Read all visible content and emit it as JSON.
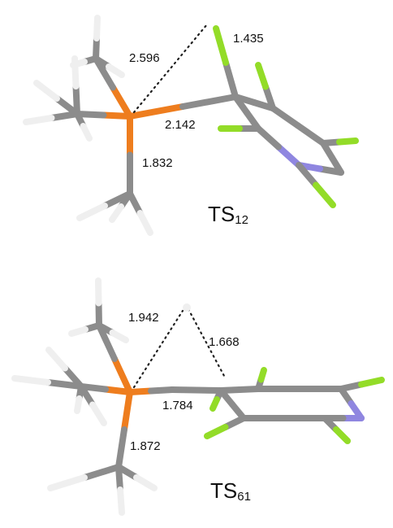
{
  "colors": {
    "carbon": "#8c8c8c",
    "phosphorus": "#ee7d1e",
    "fluorine": "#93dc28",
    "nitrogen": "#8f86e0",
    "hydrogen": "#efefef",
    "text": "#111111"
  },
  "structures": [
    {
      "ts_main": "TS",
      "ts_sub": "12",
      "distances": [
        "2.596",
        "1.435",
        "2.142",
        "1.832"
      ]
    },
    {
      "ts_main": "TS",
      "ts_sub": "61",
      "distances": [
        "1.942",
        "1.668",
        "1.784",
        "1.872"
      ]
    }
  ]
}
